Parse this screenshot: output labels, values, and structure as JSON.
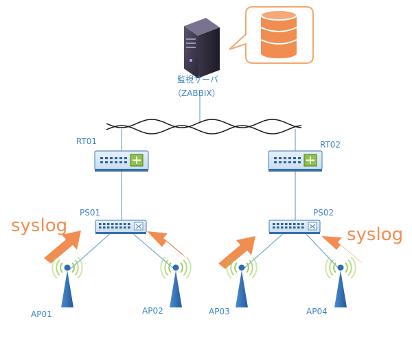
{
  "server": {
    "label": "監視サーバ",
    "sublabel": "（ZABBIX）",
    "icon": "server-icon",
    "callout_icon": "database-icon"
  },
  "network_cloud": {
    "icon": "wan-wave-icon"
  },
  "routers": [
    {
      "id": "rt01",
      "label": "RT01"
    },
    {
      "id": "rt02",
      "label": "RT02"
    }
  ],
  "switches": [
    {
      "id": "ps01",
      "label": "PS01"
    },
    {
      "id": "ps02",
      "label": "PS02"
    }
  ],
  "access_points": [
    {
      "id": "ap01",
      "label": "AP01"
    },
    {
      "id": "ap02",
      "label": "AP02"
    },
    {
      "id": "ap03",
      "label": "AP03"
    },
    {
      "id": "ap04",
      "label": "AP04"
    }
  ],
  "syslog": {
    "left": "syslog",
    "right": "syslog"
  },
  "colors": {
    "label": "#3f84c6",
    "link": "#7aaed6",
    "arrow": "#f28d52",
    "callout_border": "#f0a86e",
    "device_fill": "#d7e7f6",
    "ap_fill": "#2f6db0",
    "wifi_wave": "#9bcf5a"
  }
}
